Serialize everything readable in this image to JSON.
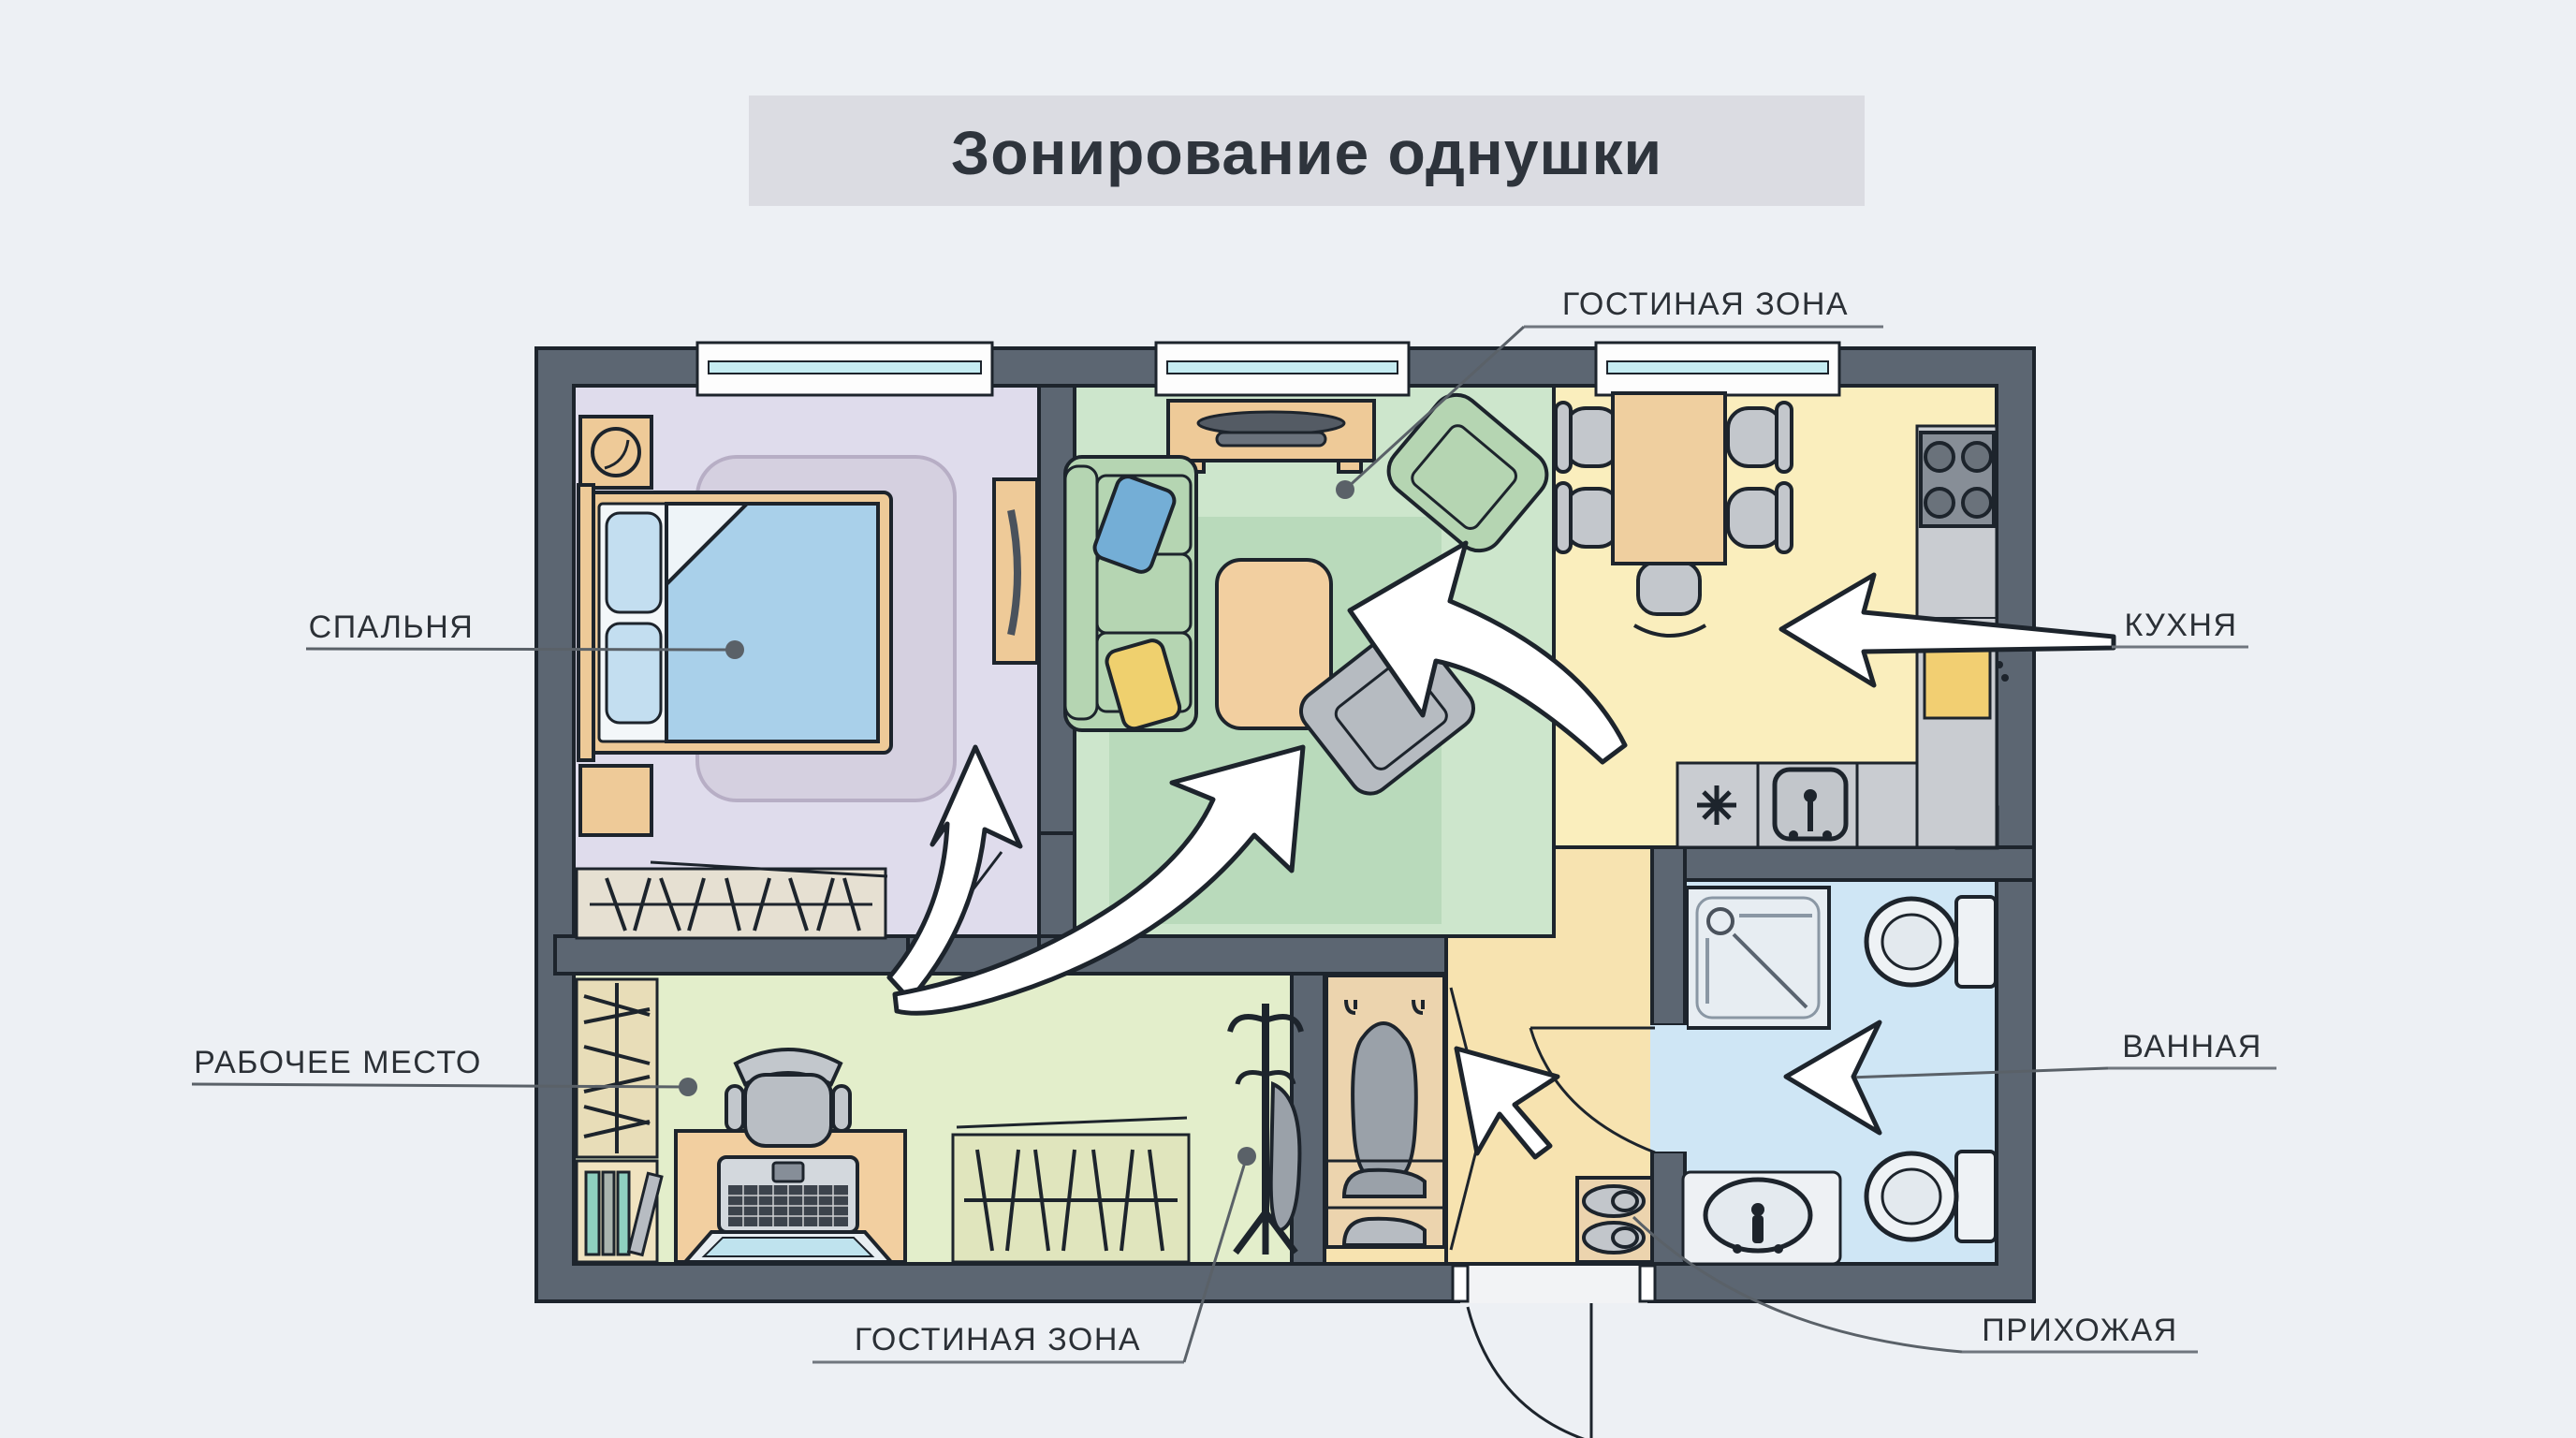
{
  "title": "Зонирование однушки",
  "labels": {
    "bedroom": "СПАЛЬНЯ",
    "living_top": "ГОСТИНАЯ ЗОНА",
    "kitchen": "КУХНЯ",
    "workplace": "РАБОЧЕЕ МЕСТО",
    "bathroom": "ВАННАЯ",
    "living_bottom": "ГОСТИНАЯ ЗОНА",
    "hallway": "ПРИХОЖАЯ"
  },
  "rooms": [
    {
      "name": "СПАЛЬНЯ",
      "floor_color": "#dfdcec",
      "furniture": [
        "bed",
        "pillows",
        "blanket",
        "rug",
        "nightstand-lamp",
        "ottoman",
        "wardrobe",
        "dresser"
      ]
    },
    {
      "name": "ГОСТИНАЯ ЗОНА",
      "floor_color": "#cde6cc",
      "furniture": [
        "tv-console",
        "sofa",
        "blue-pillow",
        "yellow-pillow",
        "coffee-table",
        "armchair-green",
        "armchair-gray",
        "rug"
      ]
    },
    {
      "name": "КУХНЯ",
      "floor_color": "#faeebd",
      "furniture": [
        "dining-table",
        "chairs",
        "stove",
        "counter",
        "sink",
        "hob"
      ]
    },
    {
      "name": "РАБОЧЕЕ МЕСТО",
      "floor_color": "#e3eecb",
      "furniture": [
        "desk",
        "laptop",
        "office-chair",
        "shelving",
        "bookshelf",
        "bench-bed",
        "coat-stand"
      ]
    },
    {
      "name": "ПРИХОЖАЯ",
      "floor_color": "#f7e3b0",
      "furniture": [
        "closet",
        "coat-hooks",
        "shoes",
        "shoe-cabinet",
        "slippers",
        "entrance-door"
      ]
    },
    {
      "name": "ВАННАЯ",
      "floor_color": "#cfe6f5",
      "furniture": [
        "shower",
        "toilet",
        "bidet",
        "washbasin"
      ]
    }
  ],
  "colors": {
    "background": "#edf0f4",
    "title_box": "#dbdce2",
    "walls": "#5c6672",
    "outline": "#1d242c",
    "arrow_fill": "#ffffff",
    "wood": "#eeca98",
    "text": "#2b3036"
  },
  "arrows": [
    {
      "name": "into-living-arrow",
      "direction": "up-left into living zone"
    },
    {
      "name": "kitchen-arrow",
      "direction": "left from КУХНЯ label into kitchen"
    },
    {
      "name": "bathroom-arrow",
      "direction": "left from ВАННАЯ label into bathroom"
    },
    {
      "name": "hallway-arrow",
      "direction": "up-left inside hallway"
    },
    {
      "name": "to-bedroom-curved-arrow",
      "direction": "curving up into bedroom"
    },
    {
      "name": "to-living-curved-arrow",
      "direction": "curving up-right into living zone"
    }
  ]
}
